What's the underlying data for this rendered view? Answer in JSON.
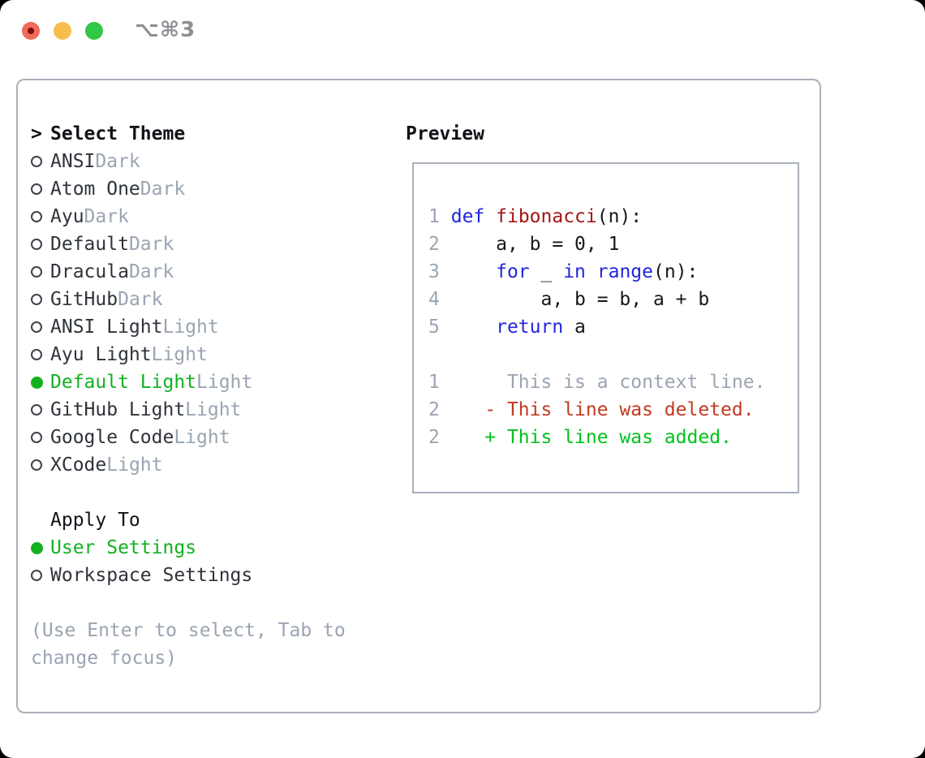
{
  "window": {
    "title": "⌥⌘3"
  },
  "theme_list": {
    "cursor": ">",
    "header": "Select Theme",
    "items": [
      {
        "name": "ANSI",
        "variant": "Dark",
        "selected": false
      },
      {
        "name": "Atom One",
        "variant": "Dark",
        "selected": false
      },
      {
        "name": "Ayu",
        "variant": "Dark",
        "selected": false
      },
      {
        "name": "Default",
        "variant": "Dark",
        "selected": false
      },
      {
        "name": "Dracula",
        "variant": "Dark",
        "selected": false
      },
      {
        "name": "GitHub",
        "variant": "Dark",
        "selected": false
      },
      {
        "name": "ANSI Light",
        "variant": "Light",
        "selected": false
      },
      {
        "name": "Ayu Light",
        "variant": "Light",
        "selected": false
      },
      {
        "name": "Default Light",
        "variant": "Light",
        "selected": true
      },
      {
        "name": "GitHub Light",
        "variant": "Light",
        "selected": false
      },
      {
        "name": "Google Code",
        "variant": "Light",
        "selected": false
      },
      {
        "name": "XCode",
        "variant": "Light",
        "selected": false
      }
    ]
  },
  "apply_to": {
    "header": "Apply To",
    "options": [
      {
        "name": "User Settings",
        "selected": true
      },
      {
        "name": "Workspace Settings",
        "selected": false
      }
    ]
  },
  "help": {
    "line1": "(Use Enter to select, Tab to",
    "line2": "change focus)"
  },
  "preview": {
    "header": "Preview",
    "code_lines": [
      [
        {
          "s": "num",
          "t": "1"
        },
        {
          "s": "p",
          "t": " "
        },
        {
          "s": "kw",
          "t": "def"
        },
        {
          "s": "p",
          "t": " "
        },
        {
          "s": "fn",
          "t": "fibonacci"
        },
        {
          "s": "p",
          "t": "(n):"
        }
      ],
      [
        {
          "s": "num",
          "t": "2"
        },
        {
          "s": "p",
          "t": "     a, b = 0, 1"
        }
      ],
      [
        {
          "s": "num",
          "t": "3"
        },
        {
          "s": "p",
          "t": "     "
        },
        {
          "s": "kw",
          "t": "for"
        },
        {
          "s": "p",
          "t": " _ "
        },
        {
          "s": "kw",
          "t": "in"
        },
        {
          "s": "p",
          "t": " "
        },
        {
          "s": "kw",
          "t": "range"
        },
        {
          "s": "p",
          "t": "(n):"
        }
      ],
      [
        {
          "s": "num",
          "t": "4"
        },
        {
          "s": "p",
          "t": "         a, b = b, a + b"
        }
      ],
      [
        {
          "s": "num",
          "t": "5"
        },
        {
          "s": "p",
          "t": "     "
        },
        {
          "s": "kw",
          "t": "return"
        },
        {
          "s": "p",
          "t": " a"
        }
      ],
      [],
      [
        {
          "s": "num",
          "t": "1"
        },
        {
          "s": "ctx",
          "t": "      This is a context line."
        }
      ],
      [
        {
          "s": "num",
          "t": "2"
        },
        {
          "s": "p",
          "t": "    "
        },
        {
          "s": "del",
          "t": "- This line was deleted."
        }
      ],
      [
        {
          "s": "num",
          "t": "2"
        },
        {
          "s": "p",
          "t": "    "
        },
        {
          "s": "add",
          "t": "+ This line was added."
        }
      ]
    ]
  },
  "colors": {
    "accent_green": "#12b120",
    "added_green": "#00c21b",
    "deleted_red": "#c23a22",
    "keyword_blue": "#2125e0",
    "function_red": "#a31515",
    "muted_gray": "#9aa4b2",
    "text_dark": "#2e333a",
    "heading_dark": "#101318",
    "border_gray": "#a8b0bb",
    "title_gray": "#8e9094",
    "traffic_red": "#f0695c",
    "traffic_red_dot": "#7a1007",
    "traffic_yellow": "#f6bd4f",
    "traffic_green": "#33c748"
  }
}
